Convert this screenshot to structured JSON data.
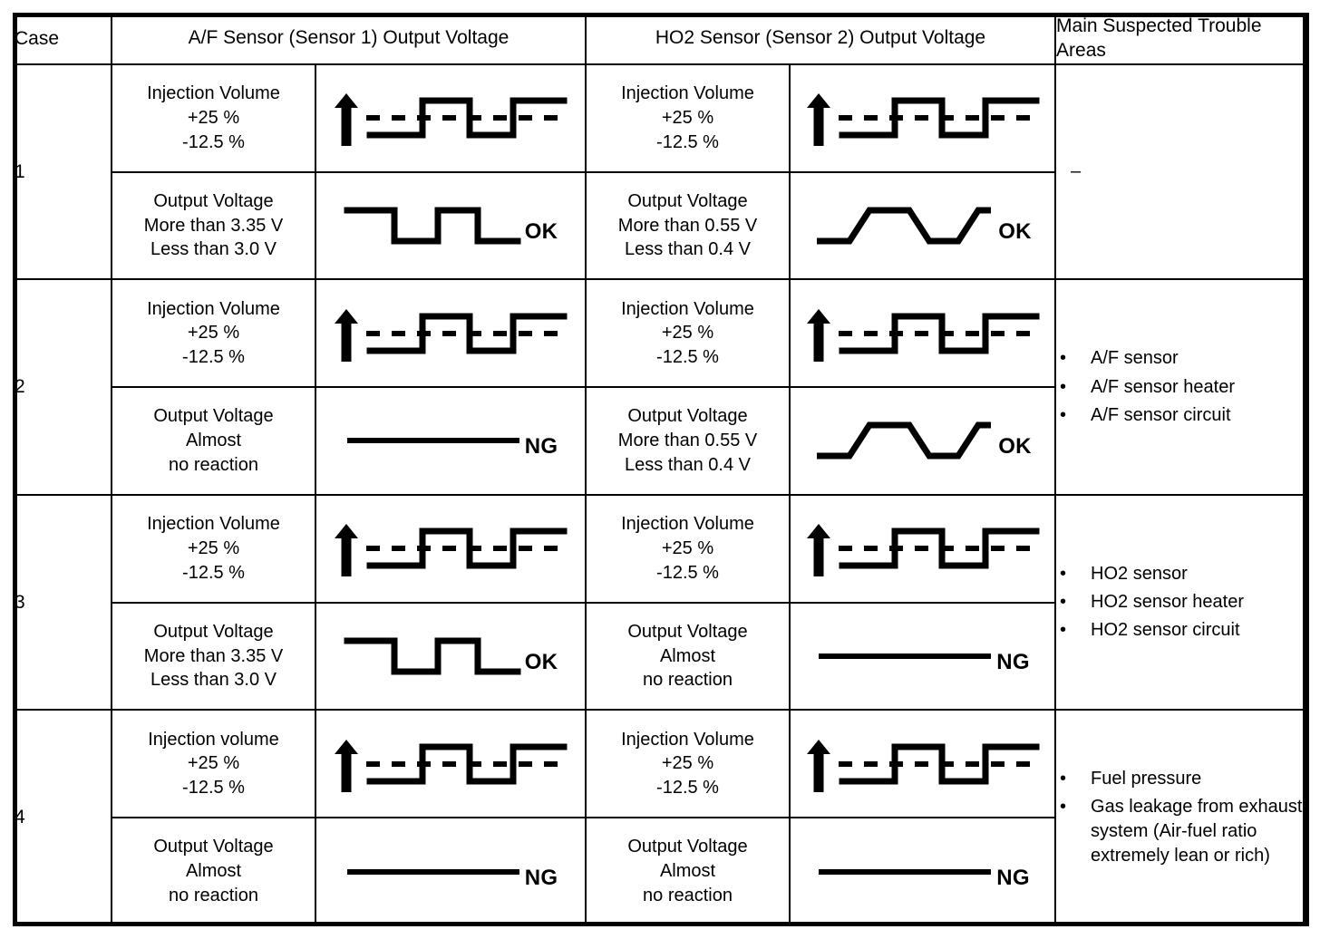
{
  "table": {
    "columns": {
      "case": "Case",
      "af_sensor": {
        "line1": "A/F Sensor (Sensor 1)",
        "line2": "Output Voltage"
      },
      "ho2_sensor": {
        "line1": "HO2 Sensor (Sensor 2)",
        "line2": "Output Voltage"
      },
      "trouble": {
        "line1": "Main Suspected",
        "line2": "Trouble Areas"
      }
    },
    "cases": [
      {
        "number": "1",
        "af": {
          "injection": {
            "l1": "Injection Volume",
            "l2": "+25 %",
            "l3": "-12.5 %"
          },
          "injection_wave": "square-step-with-arrow",
          "output": {
            "l1": "Output Voltage",
            "l2": "More than 3.35 V",
            "l3": "Less than 3.0 V"
          },
          "output_wave": "square-high-first",
          "verdict": "OK"
        },
        "ho2": {
          "injection": {
            "l1": "Injection Volume",
            "l2": "+25 %",
            "l3": "-12.5 %"
          },
          "injection_wave": "square-step-with-arrow",
          "output": {
            "l1": "Output Voltage",
            "l2": "More than 0.55 V",
            "l3": "Less than 0.4 V"
          },
          "output_wave": "trapezoid-low-first",
          "verdict": "OK"
        },
        "trouble_dash": "–",
        "trouble_items": []
      },
      {
        "number": "2",
        "af": {
          "injection": {
            "l1": "Injection Volume",
            "l2": "+25 %",
            "l3": "-12.5 %"
          },
          "injection_wave": "square-step-with-arrow",
          "output": {
            "l1": "Output Voltage",
            "l2": "Almost",
            "l3": "no reaction"
          },
          "output_wave": "flat",
          "verdict": "NG"
        },
        "ho2": {
          "injection": {
            "l1": "Injection Volume",
            "l2": "+25 %",
            "l3": "-12.5 %"
          },
          "injection_wave": "square-step-with-arrow",
          "output": {
            "l1": "Output Voltage",
            "l2": "More than 0.55 V",
            "l3": "Less than 0.4 V"
          },
          "output_wave": "trapezoid-low-first",
          "verdict": "OK"
        },
        "trouble_dash": "",
        "trouble_items": [
          "A/F sensor",
          "A/F sensor heater",
          "A/F sensor circuit"
        ]
      },
      {
        "number": "3",
        "af": {
          "injection": {
            "l1": "Injection Volume",
            "l2": "+25 %",
            "l3": "-12.5 %"
          },
          "injection_wave": "square-step-with-arrow",
          "output": {
            "l1": "Output Voltage",
            "l2": "More than 3.35 V",
            "l3": "Less than 3.0 V"
          },
          "output_wave": "square-high-first",
          "verdict": "OK"
        },
        "ho2": {
          "injection": {
            "l1": "Injection Volume",
            "l2": "+25 %",
            "l3": "-12.5 %"
          },
          "injection_wave": "square-step-with-arrow",
          "output": {
            "l1": "Output Voltage",
            "l2": "Almost",
            "l3": "no reaction"
          },
          "output_wave": "flat",
          "verdict": "NG"
        },
        "trouble_dash": "",
        "trouble_items": [
          "HO2 sensor",
          "HO2 sensor heater",
          "HO2 sensor circuit"
        ]
      },
      {
        "number": "4",
        "af": {
          "injection": {
            "l1": "Injection volume",
            "l2": "+25 %",
            "l3": "-12.5 %"
          },
          "injection_wave": "square-step-with-arrow",
          "output": {
            "l1": "Output Voltage",
            "l2": "Almost",
            "l3": "no reaction"
          },
          "output_wave": "flat",
          "verdict": "NG"
        },
        "ho2": {
          "injection": {
            "l1": "Injection Volume",
            "l2": "+25 %",
            "l3": "-12.5 %"
          },
          "injection_wave": "square-step-with-arrow",
          "output": {
            "l1": "Output Voltage",
            "l2": "Almost",
            "l3": "no reaction"
          },
          "output_wave": "flat",
          "verdict": "NG"
        },
        "trouble_dash": "",
        "trouble_items": [
          "Fuel pressure",
          "Gas leakage from exhaust system (Air-fuel ratio extremely lean or rich)"
        ]
      }
    ]
  },
  "colors": {
    "ink": "#000000",
    "paper": "#ffffff"
  }
}
